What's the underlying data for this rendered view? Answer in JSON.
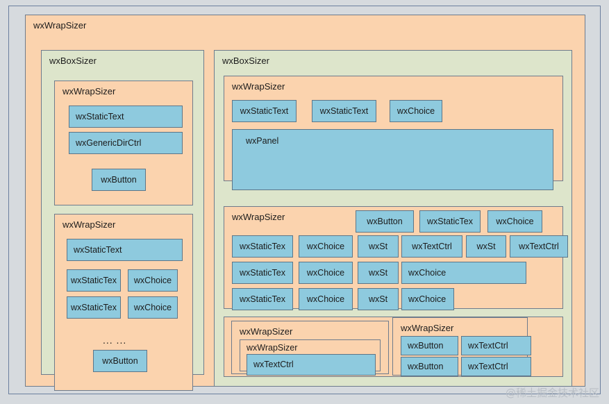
{
  "diagram": {
    "title": "wxWrapSizer",
    "watermark": "@稀土掘金技术社区",
    "colors": {
      "canvas_bg": "#d6dade",
      "wrap_sizer": "#fbd3ae",
      "box_sizer": "#dde5cb",
      "control": "#8ecade",
      "border": "#6e7b8c",
      "frame_border": "#6b7f9e"
    },
    "root": {
      "label": "wxWrapSizer"
    },
    "left_column": {
      "label": "wxBoxSizer",
      "group_a": {
        "label": "wxWrapSizer",
        "controls": [
          {
            "label": "wxStaticText"
          },
          {
            "label": "wxGenericDirCtrl"
          },
          {
            "label": "wxButton"
          }
        ]
      },
      "group_b": {
        "label": "wxWrapSizer",
        "ellipsis": "... ...",
        "controls": [
          {
            "label": "wxStaticText"
          },
          {
            "label": "wxStaticTex"
          },
          {
            "label": "wxChoice"
          },
          {
            "label": "wxStaticTex"
          },
          {
            "label": "wxChoice"
          },
          {
            "label": "wxButton"
          }
        ]
      }
    },
    "right_column": {
      "label": "wxBoxSizer",
      "group_top": {
        "label": "wxWrapSizer",
        "controls": [
          {
            "label": "wxStaticText"
          },
          {
            "label": "wxStaticText"
          },
          {
            "label": "wxChoice"
          },
          {
            "label": "wxPanel"
          }
        ]
      },
      "group_grid": {
        "label": "wxWrapSizer",
        "row0": [
          {
            "label": "wxButton"
          },
          {
            "label": "wxStaticTex"
          },
          {
            "label": "wxChoice"
          }
        ],
        "row1": [
          {
            "label": "wxStaticTex"
          },
          {
            "label": "wxChoice"
          },
          {
            "label": "wxSt"
          },
          {
            "label": "wxTextCtrl"
          },
          {
            "label": "wxSt"
          },
          {
            "label": "wxTextCtrl"
          }
        ],
        "row2": [
          {
            "label": "wxStaticTex"
          },
          {
            "label": "wxChoice"
          },
          {
            "label": "wxSt"
          },
          {
            "label": "wxChoice"
          }
        ],
        "row3": [
          {
            "label": "wxStaticTex"
          },
          {
            "label": "wxChoice"
          },
          {
            "label": "wxSt"
          },
          {
            "label": "wxChoice"
          }
        ]
      },
      "group_bottom_left": {
        "label": "wxWrapSizer",
        "inner": {
          "label": "wxWrapSizer",
          "controls": [
            {
              "label": "wxTextCtrl"
            }
          ]
        }
      },
      "group_bottom_right": {
        "label": "wxWrapSizer",
        "controls": [
          {
            "label": "wxButton"
          },
          {
            "label": "wxTextCtrl"
          },
          {
            "label": "wxButton"
          },
          {
            "label": "wxTextCtrl"
          }
        ]
      }
    }
  }
}
